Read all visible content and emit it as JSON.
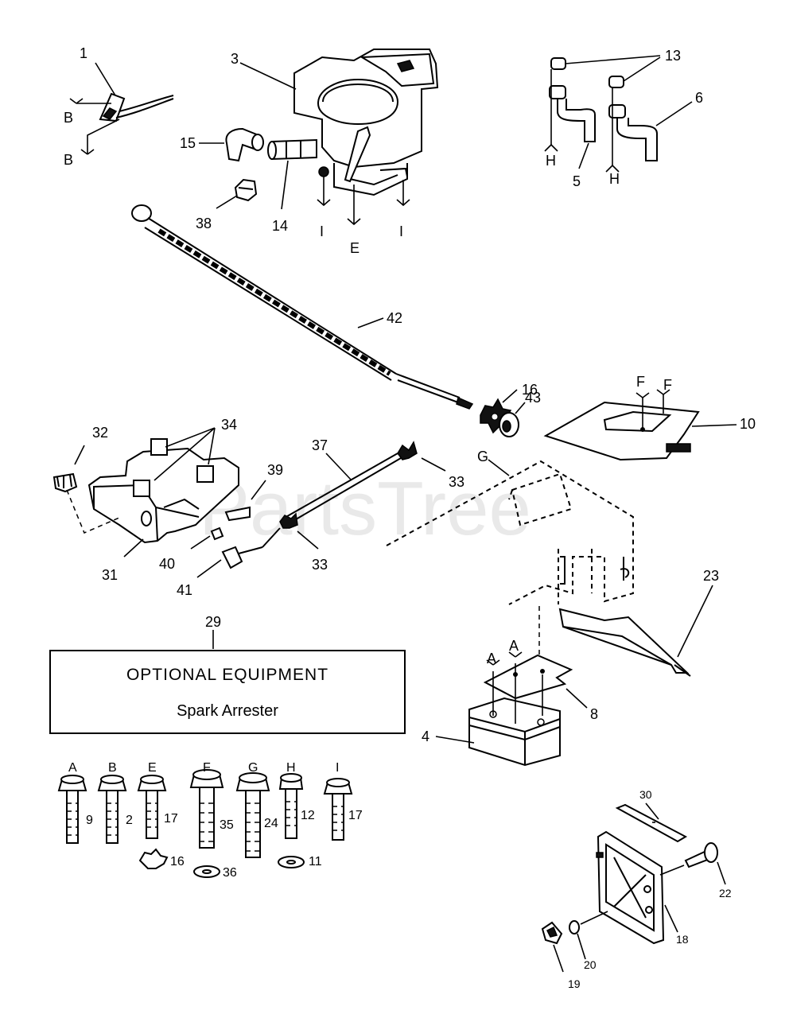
{
  "watermark": "PartsTree",
  "optional_equipment": {
    "title": "OPTIONAL EQUIPMENT",
    "item": "Spark Arrester"
  },
  "callouts": {
    "c1": "1",
    "c3": "3",
    "c13": "13",
    "c6": "6",
    "c5": "5",
    "c15": "15",
    "c14": "14",
    "c38": "38",
    "c42": "42",
    "c16": "16",
    "c43": "43",
    "c10": "10",
    "c32": "32",
    "c34": "34",
    "c37": "37",
    "c39": "39",
    "c33a": "33",
    "c33b": "33",
    "c40": "40",
    "c41": "41",
    "c31": "31",
    "c23": "23",
    "c29": "29",
    "c8": "8",
    "c4": "4",
    "c30": "30",
    "c22": "22",
    "c18": "18",
    "c20": "20",
    "c19": "19"
  },
  "fastener_refs": {
    "B1": "B",
    "B2": "B",
    "H1": "H",
    "H2": "H",
    "I1": "I",
    "I2": "I",
    "E": "E",
    "F1": "F",
    "F2": "F",
    "G": "G",
    "A1": "A",
    "A2": "A"
  },
  "hardware_key": [
    {
      "letter": "A",
      "part": "9"
    },
    {
      "letter": "B",
      "part": "2"
    },
    {
      "letter": "E",
      "part": "17",
      "washer": "16"
    },
    {
      "letter": "F",
      "part": "35",
      "washer": "36"
    },
    {
      "letter": "G",
      "part": "24"
    },
    {
      "letter": "H",
      "part": "12",
      "washer": "11"
    },
    {
      "letter": "I",
      "part": "17"
    }
  ]
}
